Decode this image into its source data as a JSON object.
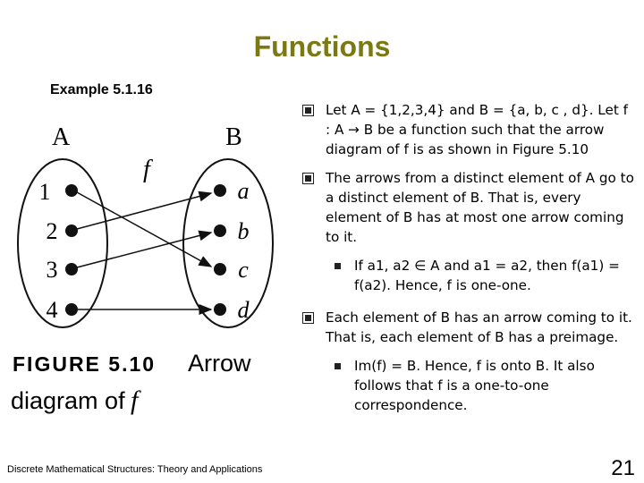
{
  "slide": {
    "title": "Functions",
    "example_label": "Example 5.1.16",
    "footer": "Discrete Mathematical Structures: Theory and Applications",
    "page_number": "21"
  },
  "figure": {
    "set_a_label": "A",
    "set_b_label": "B",
    "function_label": "f",
    "domain": [
      "1",
      "2",
      "3",
      "4"
    ],
    "codomain": [
      "a",
      "b",
      "c",
      "d"
    ],
    "caption_number": "FIGURE 5.10",
    "caption_word": "Arrow",
    "caption_line2": "diagram of",
    "caption_f": "f"
  },
  "bullets": [
    {
      "level": 1,
      "text": "Let A = {1,2,3,4} and B = {a, b, c , d}. Let f : A → B be a function such that the arrow diagram of f is as shown in Figure 5.10"
    },
    {
      "level": 1,
      "text": "The arrows from a distinct element of A go to a distinct element of B. That is, every element of B has at most one arrow coming to it."
    },
    {
      "level": 2,
      "text": "If a1, a2 ∈ A and a1 = a2, then f(a1) = f(a2). Hence, f is one-one."
    },
    {
      "level": 1,
      "text": "Each element of B has an arrow coming to it. That is, each element of B has a preimage."
    },
    {
      "level": 2,
      "text": "Im(f) = B. Hence, f is onto B. It also follows that f is a one-to-one correspondence."
    }
  ]
}
